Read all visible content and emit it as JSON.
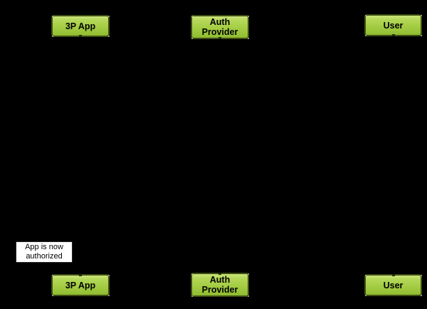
{
  "diagram_type": "sequence",
  "actors": [
    {
      "id": "3p-app",
      "label": "3P App"
    },
    {
      "id": "auth-provider",
      "label": "Auth Provider"
    },
    {
      "id": "user",
      "label": "User"
    }
  ],
  "note": {
    "lines": [
      "App is now",
      "authorized"
    ]
  },
  "colors": {
    "background": "#000000",
    "actor_fill_light": "#cae479",
    "actor_fill": "#a6ce45",
    "actor_fill_dark": "#8fbc31",
    "actor_border": "#3f4e14",
    "actor_text": "#000000",
    "note_background": "#ffffff",
    "note_border": "#262626",
    "note_text": "#000000"
  }
}
